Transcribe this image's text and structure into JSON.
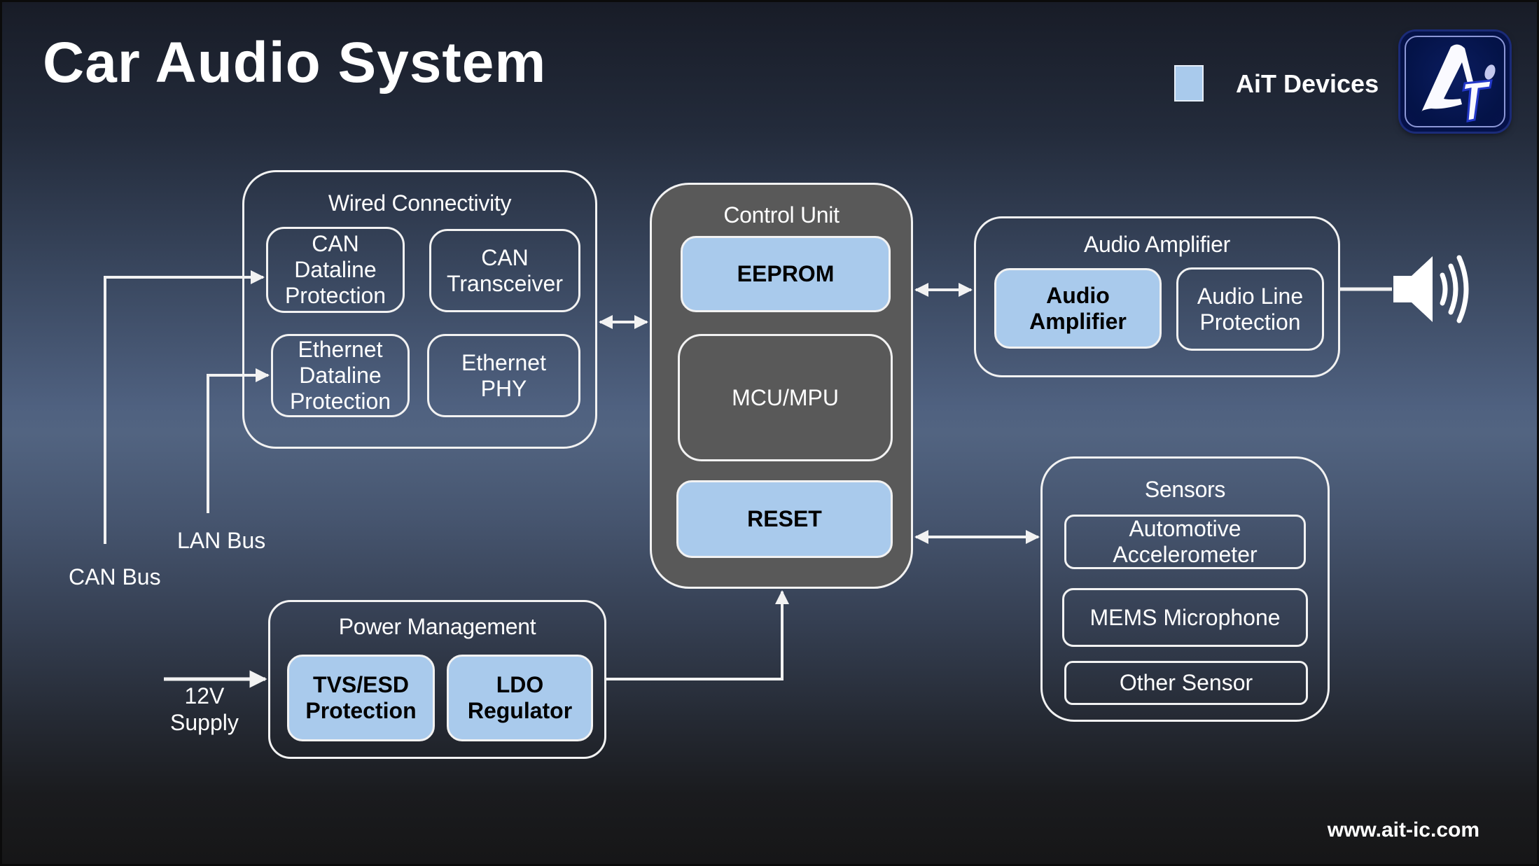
{
  "title": "Car Audio System",
  "legend": {
    "label": "AiT Devices",
    "color": "#a9caec"
  },
  "logo": {
    "alt": "AiT logo",
    "letters": "AT"
  },
  "groups": {
    "wired": {
      "title": "Wired Connectivity",
      "blocks": [
        {
          "label": "CAN\nDataline\nProtection",
          "ait": false
        },
        {
          "label": "CAN\nTransceiver",
          "ait": false
        },
        {
          "label": "Ethernet\nDataline\nProtection",
          "ait": false
        },
        {
          "label": "Ethernet\nPHY",
          "ait": false
        }
      ]
    },
    "control": {
      "title": "Control Unit",
      "blocks": [
        {
          "label": "EEPROM",
          "ait": true
        },
        {
          "label": "MCU/MPU",
          "ait": false
        },
        {
          "label": "RESET",
          "ait": true
        }
      ]
    },
    "audio": {
      "title": "Audio Amplifier",
      "blocks": [
        {
          "label": "Audio\nAmplifier",
          "ait": true
        },
        {
          "label": "Audio Line\nProtection",
          "ait": false
        }
      ]
    },
    "sensors": {
      "title": "Sensors",
      "blocks": [
        {
          "label": "Automotive\nAccelerometer",
          "ait": false
        },
        {
          "label": "MEMS Microphone",
          "ait": false
        },
        {
          "label": "Other Sensor",
          "ait": false
        }
      ]
    },
    "power": {
      "title": "Power Management",
      "blocks": [
        {
          "label": "TVS/ESD\nProtection",
          "ait": true
        },
        {
          "label": "LDO\nRegulator",
          "ait": true
        }
      ]
    }
  },
  "external_labels": {
    "can_bus": "CAN Bus",
    "lan_bus": "LAN Bus",
    "supply": "12V\nSupply"
  },
  "output_device": "speaker-icon",
  "footer_url": "www.ait-ic.com",
  "colors": {
    "ait_block": "#a9caec",
    "control_unit_fill": "#595959",
    "line": "#f2f2f2"
  }
}
